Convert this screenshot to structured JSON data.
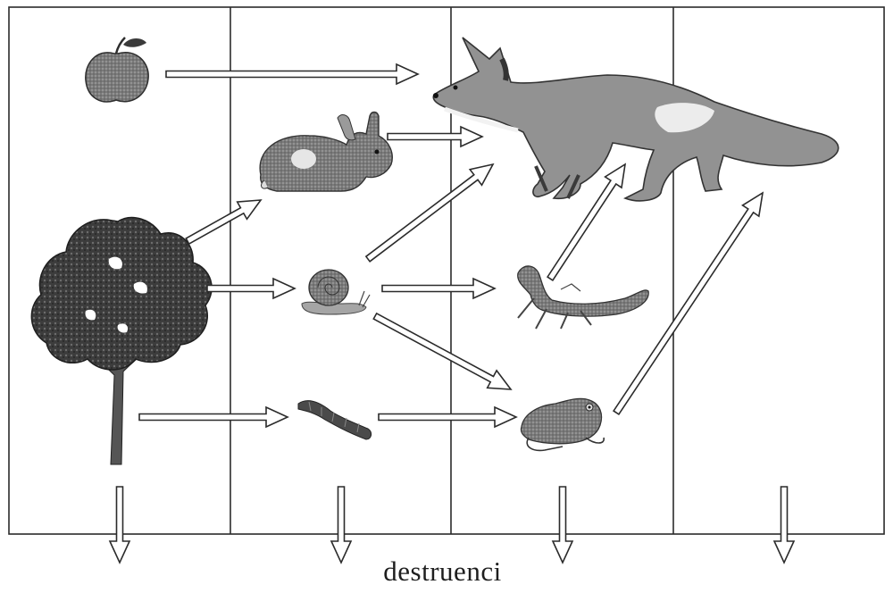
{
  "diagram": {
    "caption": "destruenci",
    "organisms": [
      {
        "id": "apple",
        "icon": "apple-icon"
      },
      {
        "id": "tree",
        "icon": "tree-icon"
      },
      {
        "id": "rabbit",
        "icon": "rabbit-icon"
      },
      {
        "id": "snail",
        "icon": "snail-icon"
      },
      {
        "id": "caterpillar",
        "icon": "caterpillar-icon"
      },
      {
        "id": "fox",
        "icon": "fox-icon"
      },
      {
        "id": "lizard",
        "icon": "lizard-icon"
      },
      {
        "id": "frog",
        "icon": "frog-icon"
      }
    ],
    "links": [
      {
        "from": "apple",
        "to": "fox"
      },
      {
        "from": "tree",
        "to": "rabbit"
      },
      {
        "from": "tree",
        "to": "snail"
      },
      {
        "from": "tree",
        "to": "caterpillar"
      },
      {
        "from": "rabbit",
        "to": "fox"
      },
      {
        "from": "snail",
        "to": "fox"
      },
      {
        "from": "snail",
        "to": "lizard"
      },
      {
        "from": "snail",
        "to": "frog"
      },
      {
        "from": "caterpillar",
        "to": "frog"
      },
      {
        "from": "lizard",
        "to": "fox"
      },
      {
        "from": "frog",
        "to": "fox"
      }
    ],
    "columns": 4,
    "decomposer_arrows": 4,
    "colors": {
      "line": "#2b2b2b",
      "animal_gray": "#8f8f8f",
      "dark": "#444444",
      "background": "#ffffff"
    }
  }
}
